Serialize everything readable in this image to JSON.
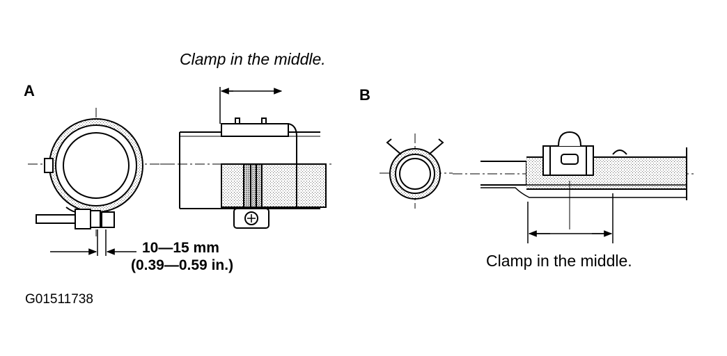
{
  "panels": {
    "a": {
      "letter": "A",
      "caption": "Clamp in the middle.",
      "dimension_mm": "10—15 mm",
      "dimension_in": "(0.39—0.59 in.)"
    },
    "b": {
      "letter": "B",
      "caption": "Clamp in the middle."
    }
  },
  "figure_code": "G01511738",
  "colors": {
    "ink": "#000000",
    "paper": "#ffffff",
    "stipple": "#c8c8c8"
  }
}
